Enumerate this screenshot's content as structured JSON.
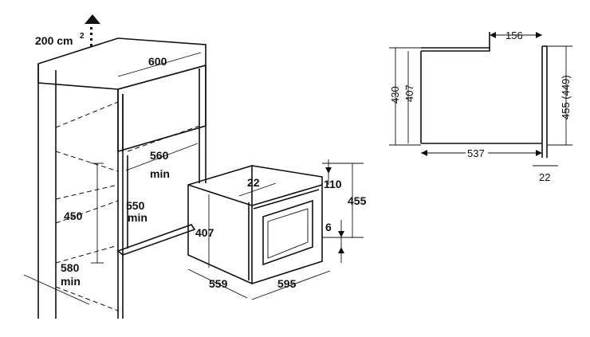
{
  "left_drawing": {
    "vent_area": "200 cm",
    "vent_area_sup": "2",
    "niche_width": "600",
    "niche_depth": "560",
    "niche_depth_note": "min",
    "niche_height": "450",
    "niche_height_alt": "550",
    "niche_height_alt_note": "min",
    "cabinet_depth": "580",
    "cabinet_depth_note": "min",
    "oven_front_depth": "22",
    "oven_top_offset": "110",
    "oven_total_height": "455",
    "oven_height": "407",
    "oven_gap": "6",
    "oven_depth": "559",
    "oven_width": "595"
  },
  "right_drawing": {
    "top_offset": "156",
    "height_outer": "430",
    "height_inner": "407",
    "height_front": "455 (449)",
    "body_depth": "537",
    "front_thickness": "22"
  }
}
